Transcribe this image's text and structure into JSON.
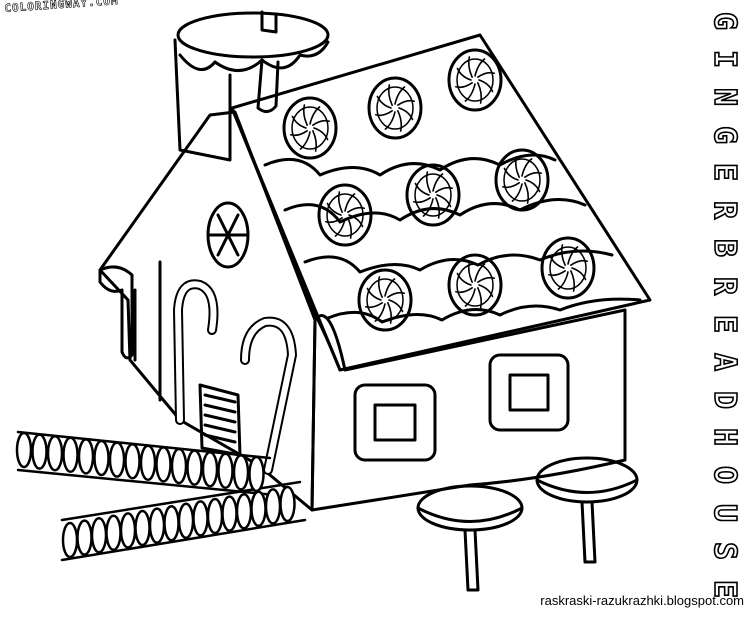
{
  "watermark_top": "COLORINGWAY.COM",
  "watermark_bottom": "raskraski-razukrazhki.blogspot.com",
  "side_title": "GINGERBREADHOUSE",
  "colors": {
    "line": "#000000",
    "paper": "#ffffff"
  },
  "icons": [
    "gingerbread-house-illustration",
    "lollipop-icon",
    "peppermint-candy-icon",
    "candy-cane-icon"
  ]
}
